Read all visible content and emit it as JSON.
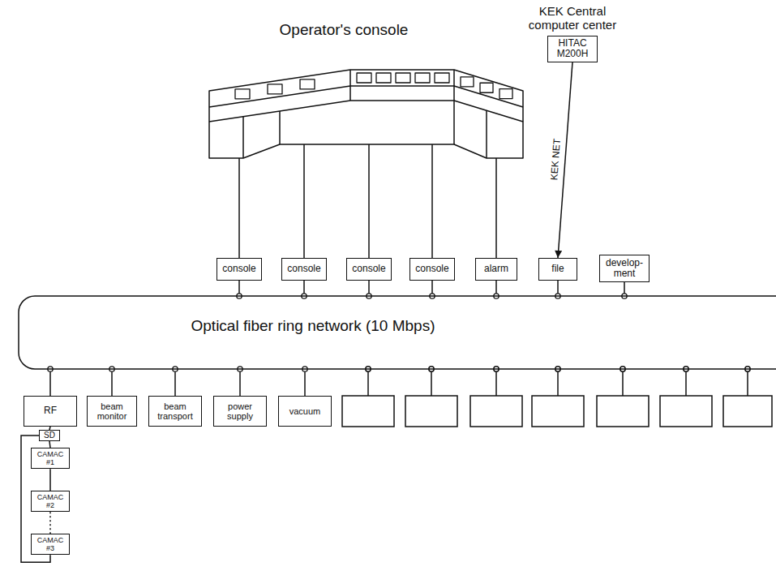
{
  "diagram": {
    "nodes": [
      {
        "text": [
          "KEK Central computer center",
          "HITAC M200H"
        ]
      },
      {
        "text": [
          "Operator's console"
        ]
      },
      {
        "text": [
          "console"
        ]
      },
      {
        "text": [
          "console"
        ]
      },
      {
        "text": [
          "console"
        ]
      },
      {
        "text": [
          "console"
        ]
      },
      {
        "text": [
          "alarm"
        ]
      },
      {
        "text": [
          "file"
        ]
      },
      {
        "text": [
          "develop- ment"
        ]
      },
      {
        "text": [
          "Optical fiber ring network (10 Mbps)"
        ]
      },
      {
        "text": [
          "RF"
        ]
      },
      {
        "text": [
          "beam monitor"
        ]
      },
      {
        "text": [
          "beam transport"
        ]
      },
      {
        "text": [
          "power supply"
        ]
      },
      {
        "text": [
          "vacuum"
        ]
      },
      {
        "text": [
          "SD"
        ]
      },
      {
        "text": [
          "CAMAC #1"
        ]
      },
      {
        "text": [
          "CAMAC #2"
        ]
      },
      {
        "text": [
          "CAMAC #3"
        ]
      }
    ],
    "edges": [
      {
        "from": 0,
        "to": 7,
        "arrow": "to",
        "label": "KEK NET"
      },
      {
        "from": 1,
        "to": 2,
        "arrow": "none"
      },
      {
        "from": 1,
        "to": 3,
        "arrow": "none"
      },
      {
        "from": 1,
        "to": 4,
        "arrow": "none"
      },
      {
        "from": 1,
        "to": 5,
        "arrow": "none"
      },
      {
        "from": 1,
        "to": 6,
        "arrow": "none"
      },
      {
        "from": 2,
        "to": 9,
        "arrow": "none"
      },
      {
        "from": 3,
        "to": 9,
        "arrow": "none"
      },
      {
        "from": 4,
        "to": 9,
        "arrow": "none"
      },
      {
        "from": 5,
        "to": 9,
        "arrow": "none"
      },
      {
        "from": 6,
        "to": 9,
        "arrow": "none"
      },
      {
        "from": 7,
        "to": 9,
        "arrow": "none"
      },
      {
        "from": 8,
        "to": 9,
        "arrow": "none"
      },
      {
        "from": 10,
        "to": 9,
        "arrow": "none"
      },
      {
        "from": 11,
        "to": 9,
        "arrow": "none"
      },
      {
        "from": 12,
        "to": 9,
        "arrow": "none"
      },
      {
        "from": 13,
        "to": 9,
        "arrow": "none"
      },
      {
        "from": 14,
        "to": 9,
        "arrow": "none"
      },
      {
        "from": 10,
        "to": 15,
        "arrow": "none"
      },
      {
        "from": 15,
        "to": 16,
        "arrow": "none"
      },
      {
        "from": 16,
        "to": 17,
        "arrow": "none"
      },
      {
        "from": 17,
        "to": 18,
        "arrow": "none"
      },
      {
        "from": 18,
        "to": 15,
        "arrow": "none"
      }
    ]
  }
}
